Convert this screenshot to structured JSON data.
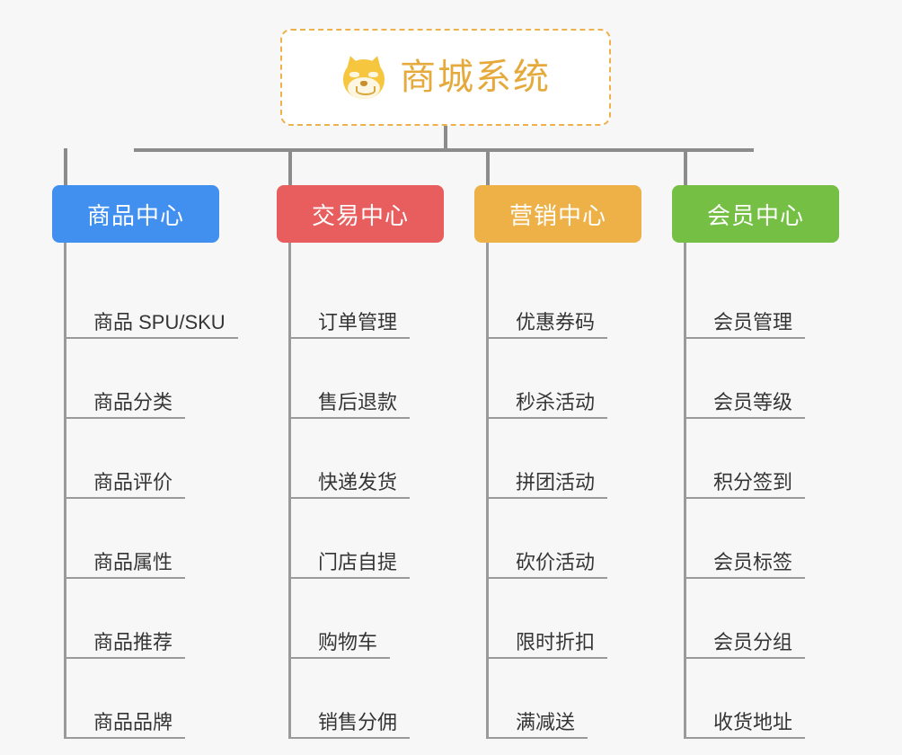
{
  "page": {
    "background_color": "#f7f7f7",
    "connector_color": "#8c8c8c"
  },
  "root": {
    "title": "商城系统",
    "icon": "shiba-dog-emoji",
    "title_color": "#e5a93c",
    "border_color": "#eeb14b",
    "background_color": "#ffffff"
  },
  "columns": [
    {
      "id": "product-center",
      "title": "商品中心",
      "color": "#4190f0",
      "items": [
        {
          "label": "商品 SPU/SKU"
        },
        {
          "label": "商品分类"
        },
        {
          "label": "商品评价"
        },
        {
          "label": "商品属性"
        },
        {
          "label": "商品推荐"
        },
        {
          "label": "商品品牌"
        }
      ]
    },
    {
      "id": "trade-center",
      "title": "交易中心",
      "color": "#e85d5d",
      "items": [
        {
          "label": "订单管理"
        },
        {
          "label": "售后退款"
        },
        {
          "label": "快递发货"
        },
        {
          "label": "门店自提"
        },
        {
          "label": "购物车"
        },
        {
          "label": "销售分佣"
        }
      ]
    },
    {
      "id": "marketing-center",
      "title": "营销中心",
      "color": "#eeb148",
      "items": [
        {
          "label": "优惠券码"
        },
        {
          "label": "秒杀活动"
        },
        {
          "label": "拼团活动"
        },
        {
          "label": "砍价活动"
        },
        {
          "label": "限时折扣"
        },
        {
          "label": "满减送"
        }
      ]
    },
    {
      "id": "member-center",
      "title": "会员中心",
      "color": "#75c044",
      "items": [
        {
          "label": "会员管理"
        },
        {
          "label": "会员等级"
        },
        {
          "label": "积分签到"
        },
        {
          "label": "会员标签"
        },
        {
          "label": "会员分组"
        },
        {
          "label": "收货地址"
        }
      ]
    }
  ]
}
